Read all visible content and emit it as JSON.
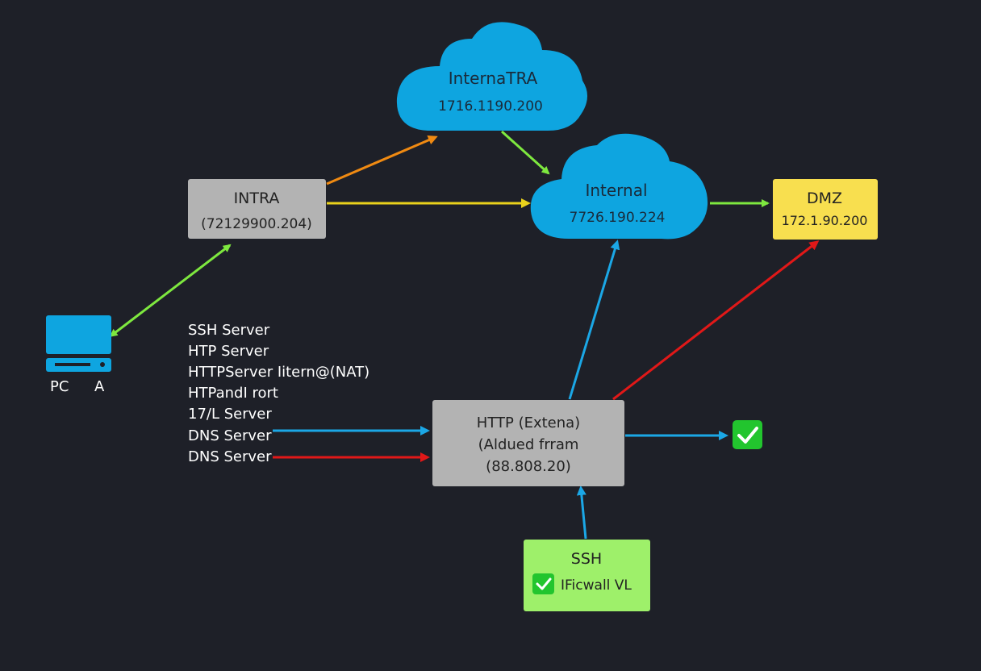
{
  "clouds": {
    "top": {
      "name": "InternaTRA",
      "ip": "1716.1190.200"
    },
    "internal": {
      "name": "Internal",
      "ip": "7726.190.224"
    }
  },
  "intra": {
    "name": "INTRA",
    "ip": "(72129900.204)"
  },
  "dmz": {
    "name": "DMZ",
    "ip": "172.1.90.200"
  },
  "pc": {
    "label_left": "PC",
    "label_right": "A"
  },
  "server_list": [
    "SSH Server",
    "HTP Server",
    "HTTPServer Iitern@(NAT)",
    "HTPandI rort",
    "17/L Server",
    "DNS Server",
    "DNS Server"
  ],
  "http_box": {
    "line1": "HTTP (Extena)",
    "line2": "(Aldued frram",
    "line3": "(88.808.20)"
  },
  "ssh_box": {
    "title": "SSH",
    "label": "IFicwall VL"
  },
  "colors": {
    "background": "#1e2028",
    "cloud": "#0ea5e0",
    "grey_box": "#b3b3b3",
    "dmz": "#f8df4f",
    "ssh_box": "#9ef06a",
    "check": "#22c52e",
    "green_arrow": "#7ee83f",
    "orange_arrow": "#f08a12",
    "yellow_arrow": "#ead21c",
    "blue_arrow": "#1ba7e6",
    "red_arrow": "#e11818"
  }
}
